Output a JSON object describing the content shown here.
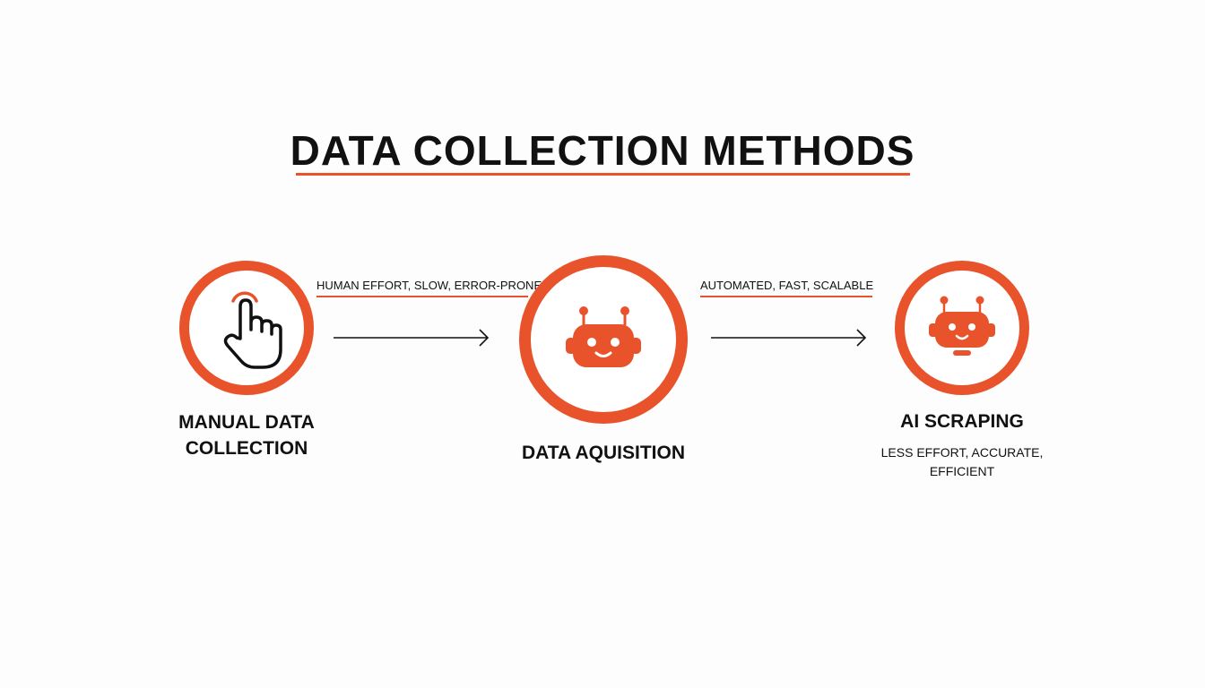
{
  "title": "DATA COLLECTION METHODS",
  "accent_color": "#e8532b",
  "nodes": [
    {
      "label": "MANUAL DATA COLLECTION",
      "icon": "hand-pointer-icon"
    },
    {
      "label": "DATA AQUISITION",
      "icon": "robot-icon"
    },
    {
      "label": "AI SCRAPING",
      "icon": "robot-icon",
      "description": "LESS EFFORT, ACCURATE, EFFICIENT"
    }
  ],
  "edges": [
    {
      "from": "MANUAL DATA COLLECTION",
      "to": "DATA AQUISITION",
      "label": "HUMAN EFFORT, SLOW, ERROR-PRONE"
    },
    {
      "from": "DATA AQUISITION",
      "to": "AI SCRAPING",
      "label": "AUTOMATED, FAST, SCALABLE"
    }
  ]
}
